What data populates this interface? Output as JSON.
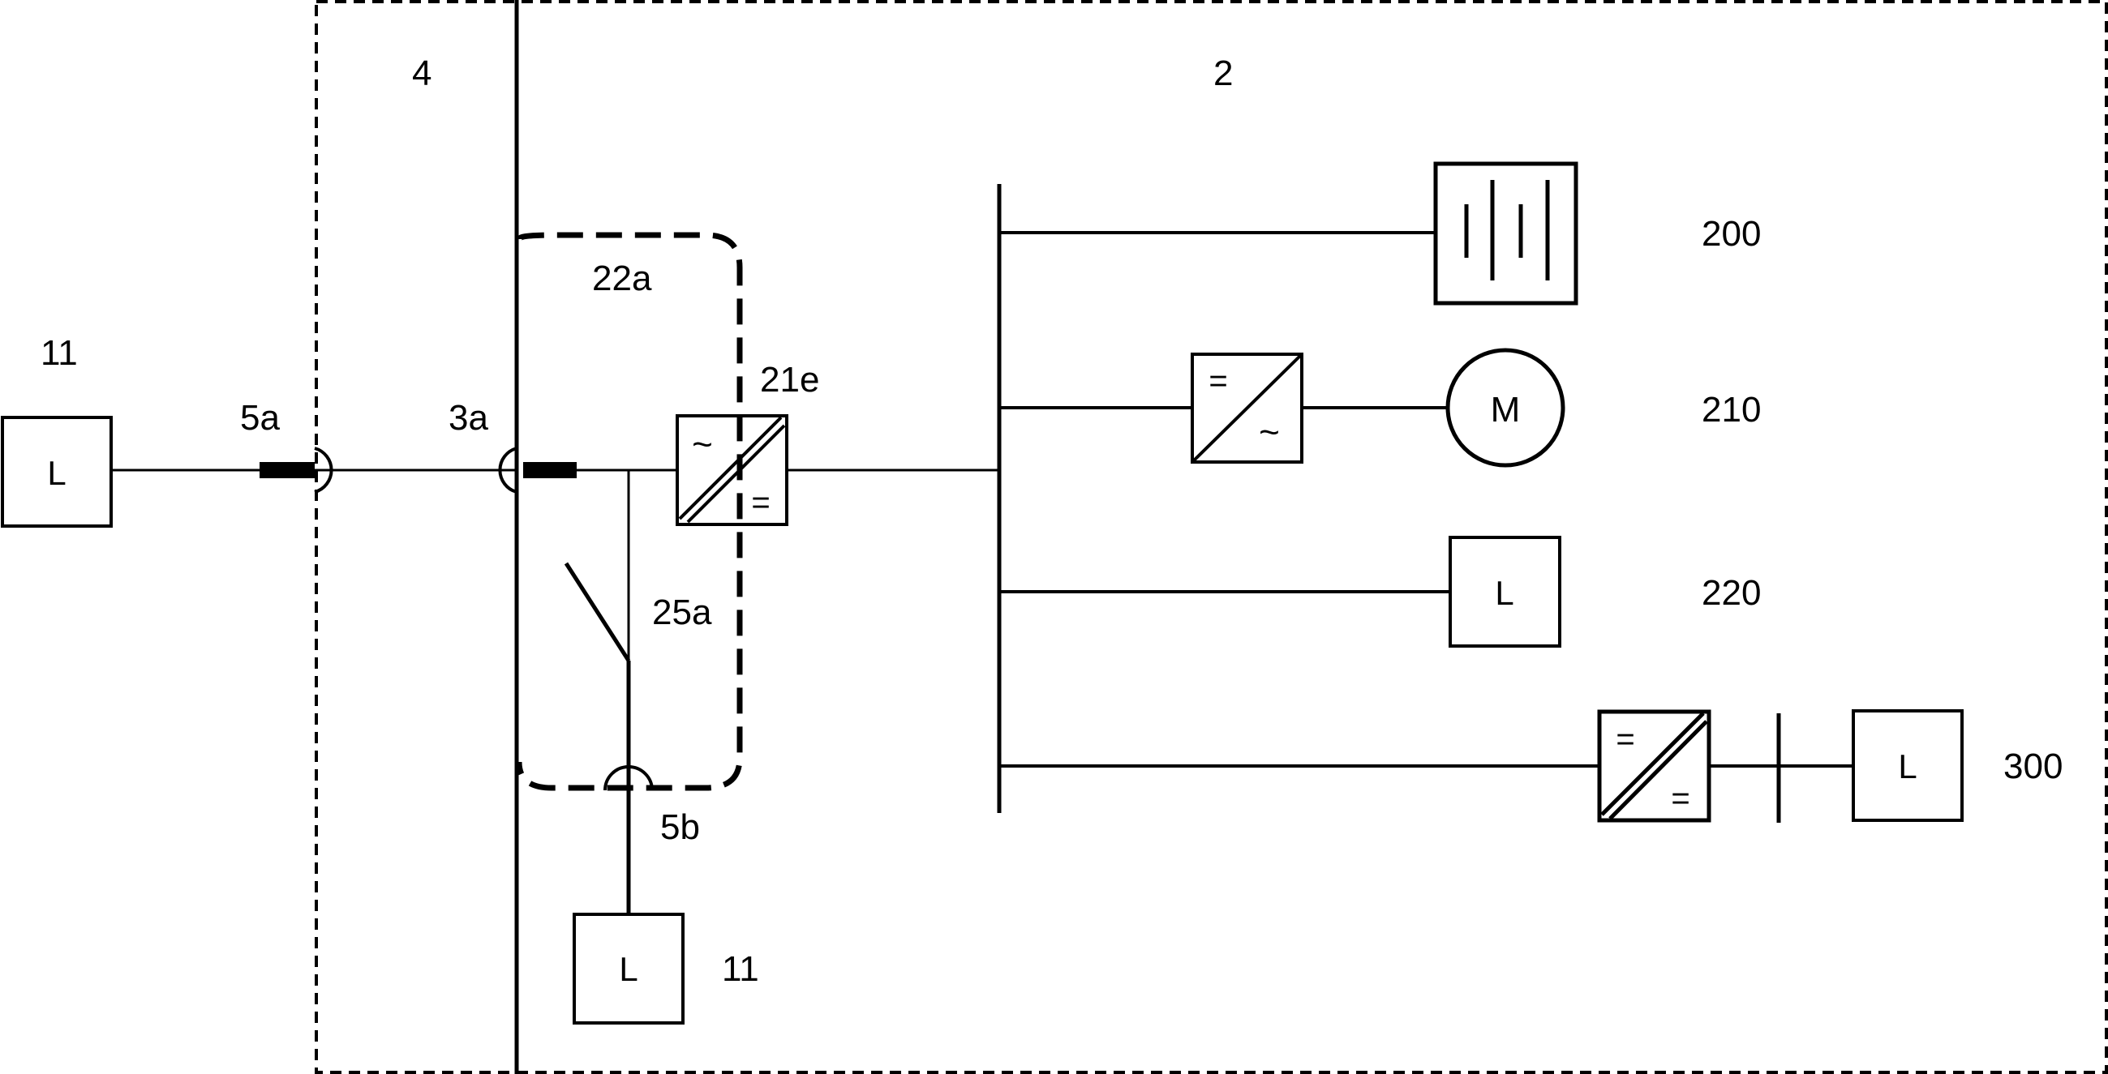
{
  "labels": {
    "zone_4": "4",
    "zone_2": "2",
    "load_left": "11",
    "coupling_5a": "5a",
    "coupling_3a": "3a",
    "region_22a": "22a",
    "converter_21e": "21e",
    "switch_25a": "25a",
    "coupling_5b": "5b",
    "load_bottom": "11",
    "battery_200": "200",
    "motor_210": "210",
    "load_220": "220",
    "load_300": "300"
  },
  "symbols": {
    "load_letter": "L",
    "motor_letter": "M",
    "ac_sign": "~",
    "dc_sign": "="
  },
  "colors": {
    "stroke": "#000000",
    "background": "#ffffff"
  }
}
